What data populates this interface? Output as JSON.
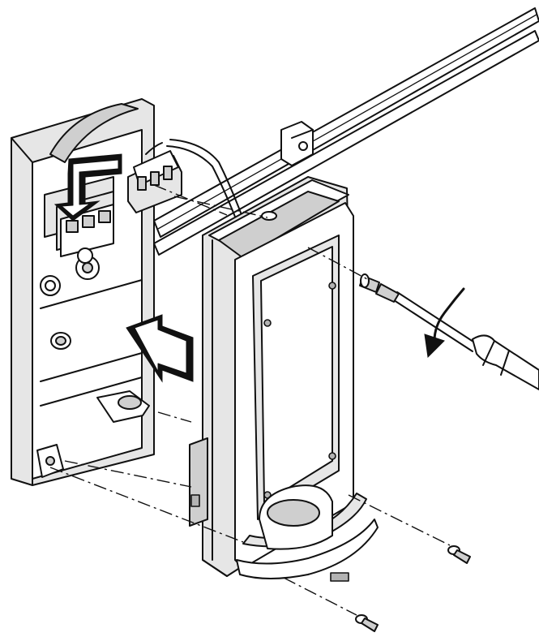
{
  "figure": {
    "text": "",
    "colors": {
      "line": "#111111",
      "paper": "#ffffff",
      "shade_light": "#e6e6e6",
      "shade_mid": "#cfcfcf",
      "shade_dark": "#b3b3b3"
    },
    "icons": [
      "wall-base-plate",
      "terminal-block",
      "conduit-pipe",
      "pipe-clip",
      "detector-housing",
      "screwdriver",
      "rotation-arrow",
      "push-arrow",
      "mounting-screw"
    ]
  }
}
